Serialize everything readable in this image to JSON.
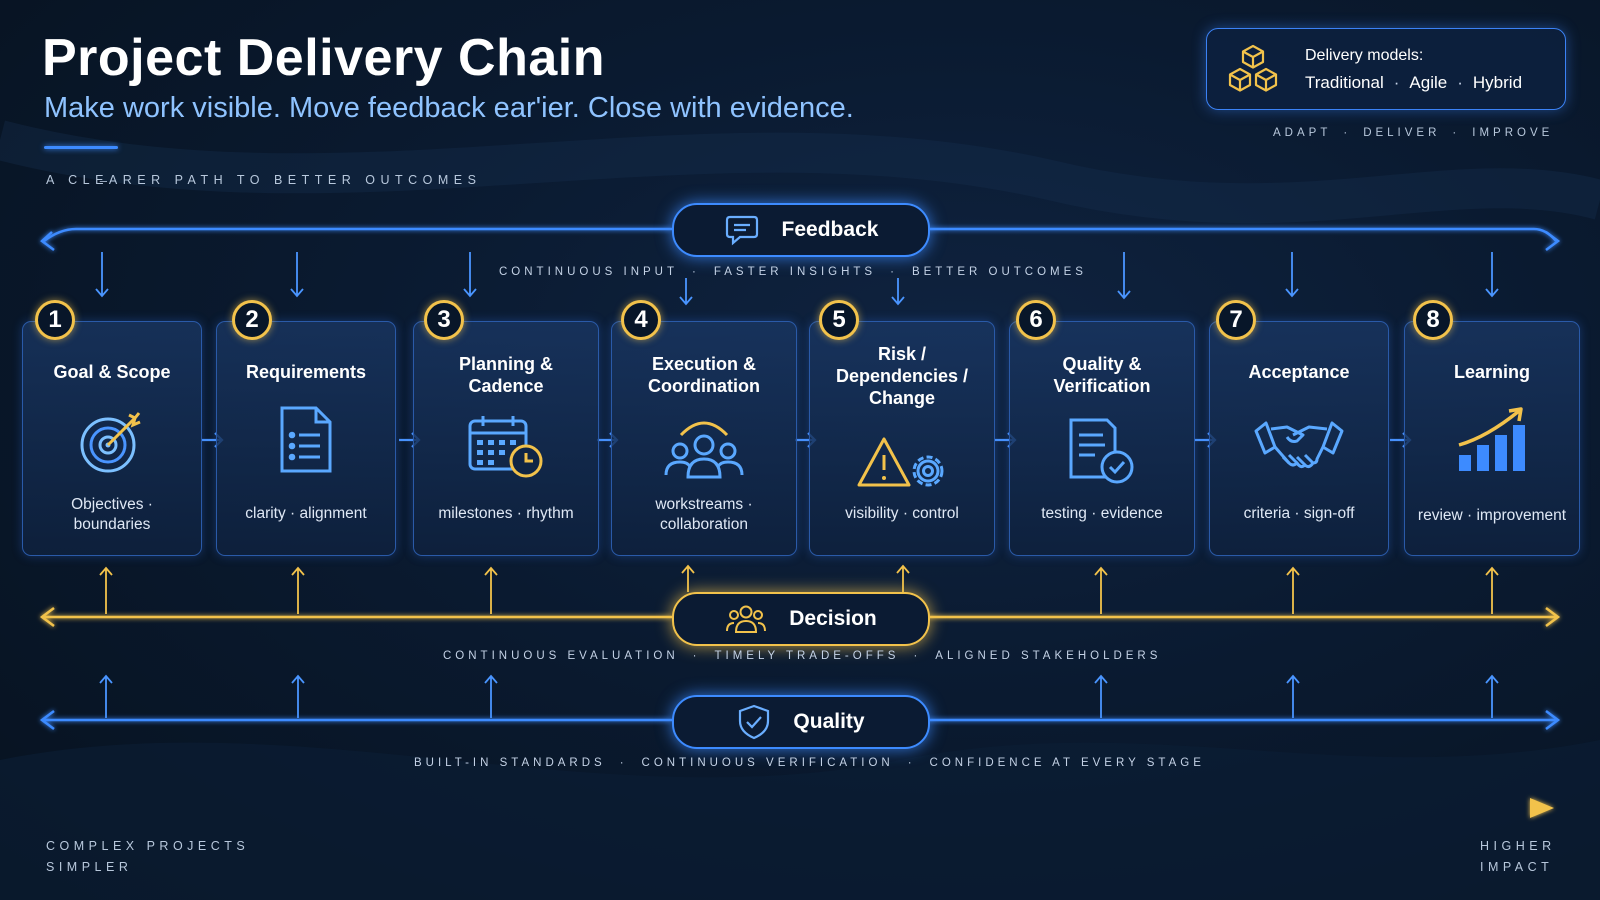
{
  "header": {
    "title": "Project Delivery Chain",
    "subtitle": "Make work visible. Move feedback ear'ier. Close with evidence.",
    "tagline": "A CLE̶ARER PATH TO BETTER OUTCOMES"
  },
  "delivery_models": {
    "title": "Delivery models:",
    "items": [
      "Traditional",
      "Agile",
      "Hybrid"
    ],
    "separator": "·",
    "tagline": [
      "ADAPT",
      "DELIVER",
      "IMPROVE"
    ]
  },
  "feedback": {
    "label": "Feedback",
    "captions": [
      "CONTINUOUS INPUT",
      "FASTER INSIGHTS",
      "BETTER OUTCOMES"
    ]
  },
  "stages": [
    {
      "number": "1",
      "title": "Goal & Scope",
      "desc": "Objectives ·\nboundaries",
      "icon": "target-icon"
    },
    {
      "number": "2",
      "title": "Requirements",
      "desc": "clarity · alignment",
      "icon": "document-list-icon"
    },
    {
      "number": "3",
      "title": "Planning &\nCadence",
      "desc": "milestones · rhythm",
      "icon": "calendar-clock-icon"
    },
    {
      "number": "4",
      "title": "Execution &\nCoordination",
      "desc": "workstreams ·\ncollaboration",
      "icon": "team-icon"
    },
    {
      "number": "5",
      "title": "Risk /\nDependencies /\nChange",
      "desc": "visibility · control",
      "icon": "warning-gear-icon"
    },
    {
      "number": "6",
      "title": "Quality &\nVerification",
      "desc": "testing · evidence",
      "icon": "document-check-icon"
    },
    {
      "number": "7",
      "title": "Acceptance",
      "desc": "criteria · sign-off",
      "icon": "handshake-icon"
    },
    {
      "number": "8",
      "title": "Learning",
      "desc": "review · improvement",
      "icon": "growth-chart-icon"
    }
  ],
  "decision": {
    "label": "Decision",
    "captions": [
      "CONTINUOUS EVALUATION",
      "TIMELY TRADE-OFFS",
      "ALIGNED STAKEHOLDERS"
    ]
  },
  "quality": {
    "label": "Quality",
    "captions": [
      "BUILT-IN STANDARDS",
      "CONTINUOUS VERIFICATION",
      "CONFIDENCE AT EVERY STAGE"
    ]
  },
  "footer": {
    "left": [
      "COMPLEX PROJECTS",
      "SIMPLER"
    ],
    "right": [
      "HIGHER",
      "IMPACT"
    ]
  },
  "colors": {
    "background": "#0a1a30",
    "blue_accent": "#3d8bff",
    "gold_accent": "#f2c24b",
    "card_border": "#2a5aa8"
  }
}
